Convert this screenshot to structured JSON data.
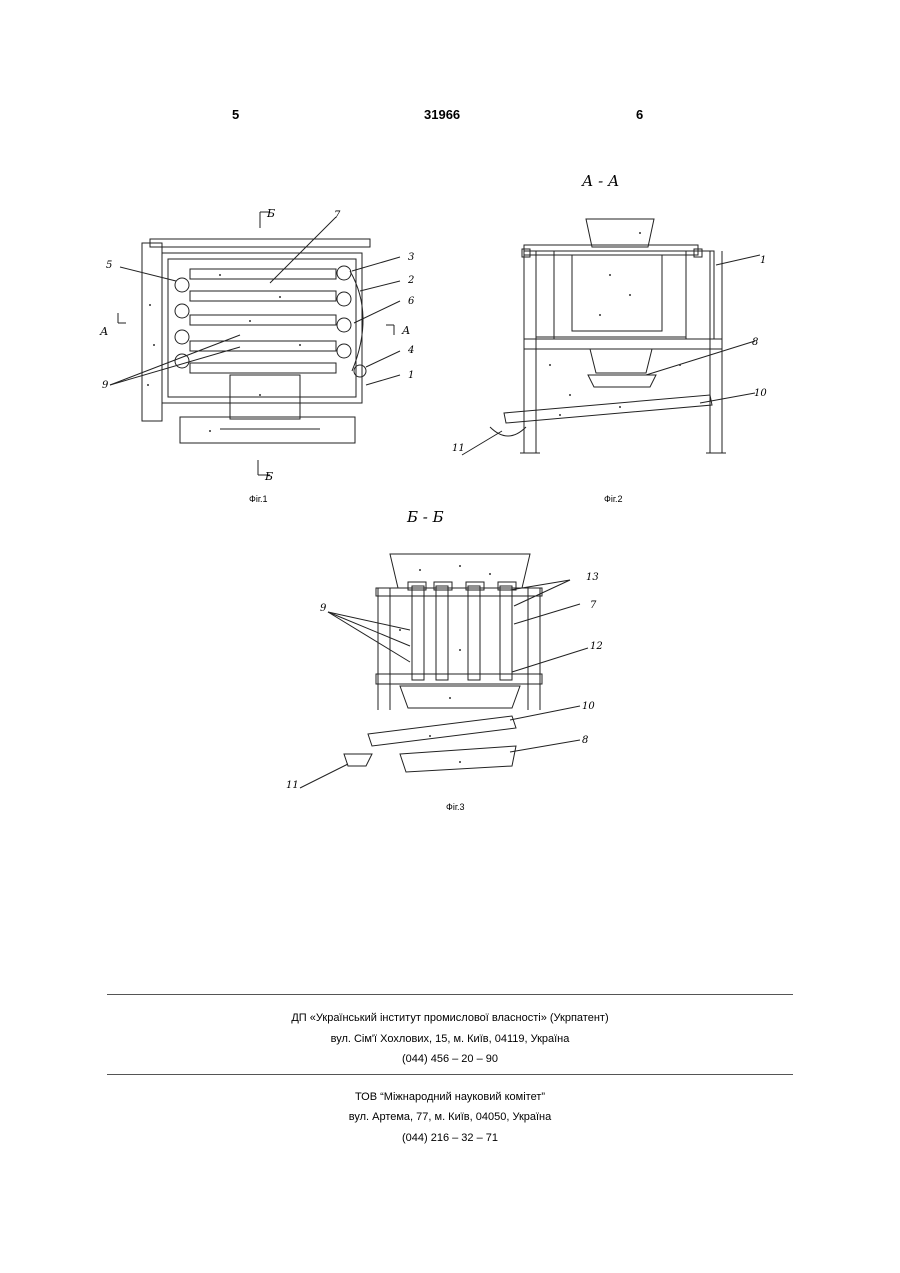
{
  "header": {
    "left": "5",
    "center": "31966",
    "right": "6"
  },
  "figures": {
    "fig1": {
      "caption": "Фіг.1",
      "labels": [
        "5",
        "7",
        "3",
        "2",
        "6",
        "4",
        "1",
        "9"
      ],
      "section_marks": [
        "Б",
        "Б",
        "А",
        "А"
      ]
    },
    "fig2": {
      "caption": "Фіг.2",
      "title": "А - А",
      "labels": [
        "1",
        "8",
        "10",
        "11"
      ]
    },
    "fig3": {
      "caption": "Фіг.3",
      "title": "Б - Б",
      "labels": [
        "9",
        "13",
        "7",
        "12",
        "10",
        "8",
        "11"
      ]
    }
  },
  "footer": {
    "org1": "ДП «Український інститут промислової власності» (Укрпатент)",
    "addr1": "вул. Сім'ї Хохлових, 15, м. Київ, 04119, Україна",
    "tel1": "(044) 456 – 20 –  90",
    "org2": "ТОВ “Міжнародний науковий комітет”",
    "addr2": "вул. Артема, 77, м. Київ, 04050, Україна",
    "tel2": "(044) 216 – 32 – 71"
  }
}
